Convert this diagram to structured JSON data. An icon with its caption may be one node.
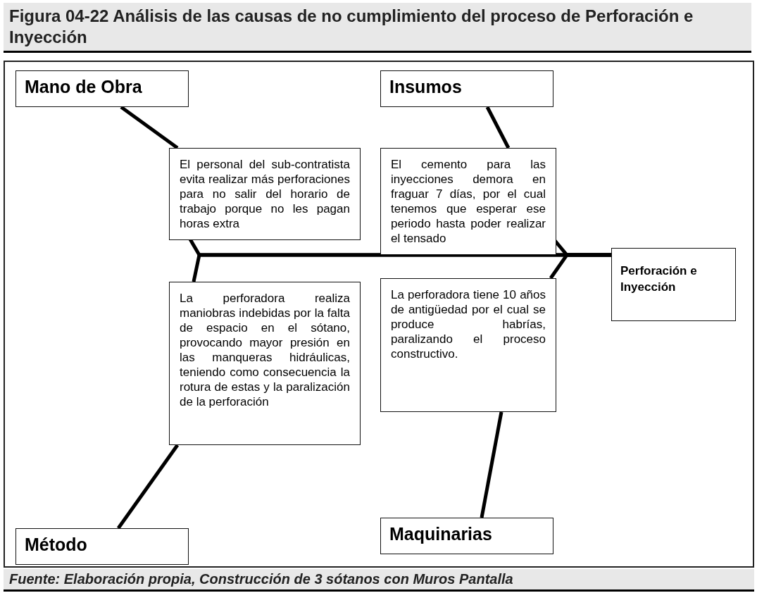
{
  "diagram": {
    "title": "Figura 04-22 Análisis de las causas de no cumplimiento del proceso de Perforación e Inyección",
    "caption": "Fuente: Elaboración propia, Construcción de 3 sótanos con Muros Pantalla",
    "nodes": [
      {
        "text": [
          "Mano de Obra"
        ]
      },
      {
        "text": [
          "Insumos"
        ]
      },
      {
        "text": [
          "El personal del sub-contratista evita realizar más perforaciones para no salir del horario de trabajo porque no les pagan horas extra"
        ]
      },
      {
        "text": [
          "El cemento para las inyecciones demora en fraguar 7 días, por el cual tenemos que esperar ese periodo hasta poder realizar el tensado"
        ]
      },
      {
        "text": [
          "Perforación e Inyección"
        ]
      },
      {
        "text": [
          "La perforadora realiza maniobras indebidas por la falta de espacio en el sótano, provocando mayor presión en las manqueras hidráulicas, teniendo como consecuencia la rotura de estas y la paralización de la perforación"
        ]
      },
      {
        "text": [
          "La perforadora tiene 10 años de antigüedad por el cual se produce habrías, paralizando el proceso constructivo."
        ]
      },
      {
        "text": [
          "Método"
        ]
      },
      {
        "text": [
          "Maquinarias"
        ]
      }
    ],
    "edges": [
      {
        "from": 0,
        "to": 2,
        "arrow": "none"
      },
      {
        "from": 2,
        "to": 4,
        "arrow": "none"
      },
      {
        "from": 1,
        "to": 3,
        "arrow": "none"
      },
      {
        "from": 3,
        "to": 4,
        "arrow": "none"
      },
      {
        "from": 7,
        "to": 5,
        "arrow": "none"
      },
      {
        "from": 5,
        "to": 4,
        "arrow": "none"
      },
      {
        "from": 8,
        "to": 6,
        "arrow": "none"
      },
      {
        "from": 6,
        "to": 4,
        "arrow": "none"
      }
    ]
  }
}
